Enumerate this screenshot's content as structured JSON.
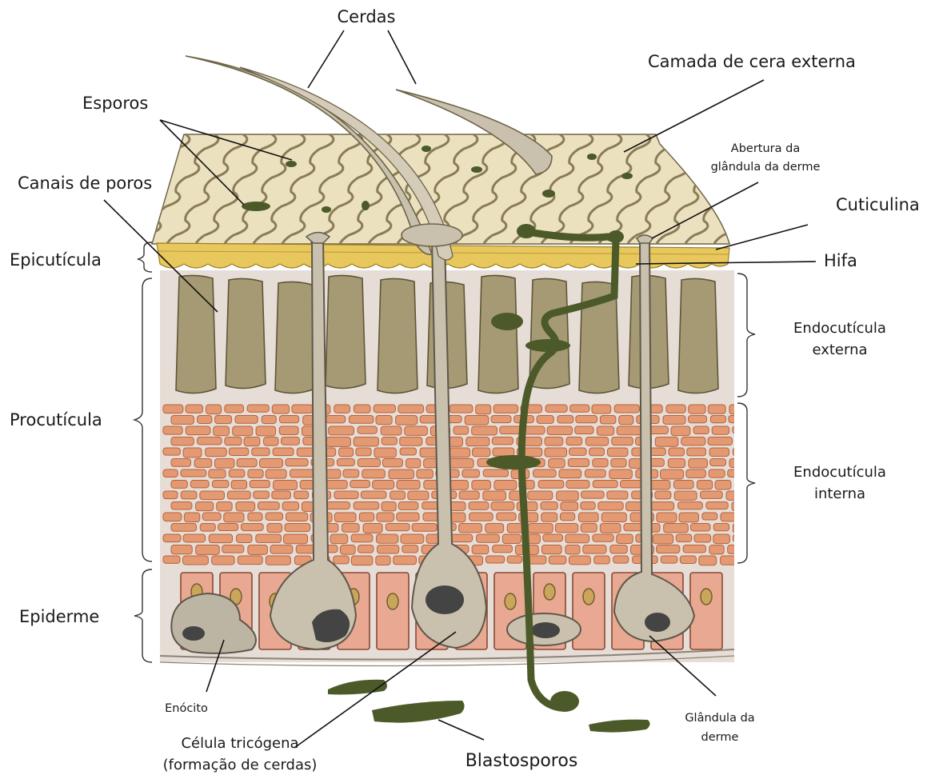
{
  "diagram": {
    "labels": {
      "cerdas": "Cerdas",
      "camada_cera": "Camada de cera externa",
      "esporos": "Esporos",
      "canais_poros": "Canais de poros",
      "abertura_line1": "Abertura da",
      "abertura_line2": "glândula da derme",
      "cuticulina": "Cuticulina",
      "epicuticula": "Epicutícula",
      "hifa": "Hifa",
      "endo_externa_line1": "Endocutícula",
      "endo_externa_line2": "externa",
      "procuticula": "Procutícula",
      "endo_interna_line1": "Endocutícula",
      "endo_interna_line2": "interna",
      "epiderme": "Epiderme",
      "enocito": "Enócito",
      "celula_line1": "Célula tricógena",
      "celula_line2": "(formação de cerdas)",
      "blastosporos": "Blastosporos",
      "glandula_line1": "Glândula da",
      "glandula_line2": "derme"
    },
    "colors": {
      "wax_layer": "#e9ddb6",
      "wax_stripe": "#8a7c56",
      "epicuticle": "#e8c75c",
      "exocuticle_block": "#a59a74",
      "endocuticle_cell": "#e39a73",
      "epidermis_cell": "#e8a891",
      "background_tissue": "#e6ddd6",
      "fungus": "#4b5a28",
      "bristle": "#c9c1ad"
    }
  }
}
